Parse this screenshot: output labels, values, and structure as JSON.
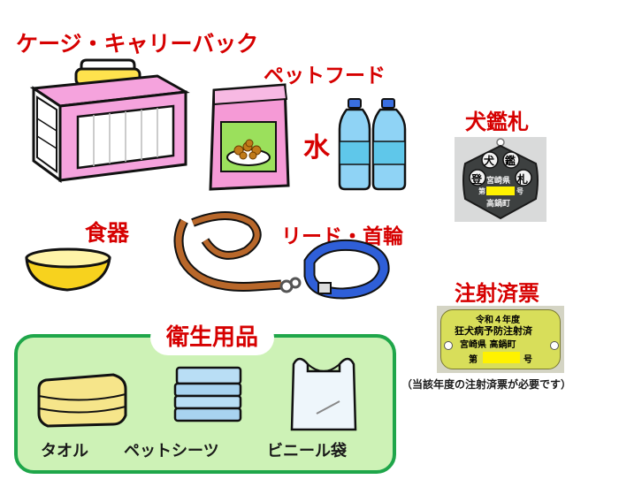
{
  "items": {
    "cage": "ケージ・キャリーバック",
    "food": "ペットフード",
    "water": "水",
    "bowl": "食器",
    "leash": "リード・首輪"
  },
  "hygiene": {
    "title": "衛生用品",
    "towel": "タオル",
    "sheets": "ペットシーツ",
    "bag": "ビニール袋"
  },
  "dog_tag": {
    "heading": "犬鑑札",
    "char1": "犬",
    "char2": "鑑",
    "char3": "札",
    "char4": "登",
    "line1": "宮崎県",
    "line2": "高鍋町",
    "prefix": "第",
    "suffix": "号"
  },
  "injection_tag": {
    "heading": "注射済票",
    "line1": "令和４年度",
    "line2": "狂犬病予防注射済",
    "line3": "宮崎県 高鍋町",
    "prefix": "第",
    "suffix": "号"
  },
  "note": "（当該年度の注射済票が必要です）",
  "colors": {
    "label_red": "#d60000",
    "box_fill": "#cdf2b6",
    "box_border": "#1fa64a",
    "tag_yellow_highlight": "#fff200"
  }
}
